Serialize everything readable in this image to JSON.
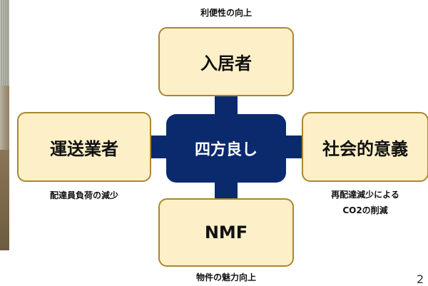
{
  "diagram": {
    "center": "四方良し",
    "top": {
      "box": "入居者",
      "caption": "利便性の向上"
    },
    "left": {
      "box": "運送業者",
      "caption": "配達員負荷の減少"
    },
    "right": {
      "box": "社会的意義",
      "caption_line1": "再配達減少による",
      "caption_line2": "CO2の削減"
    },
    "bottom": {
      "box": "NMF",
      "caption": "物件の魅力向上"
    }
  },
  "page_number": "2",
  "colors": {
    "center_fill": "#0b2a6e",
    "box_fill": "#fdf0c8",
    "box_border": "#a8872e"
  }
}
